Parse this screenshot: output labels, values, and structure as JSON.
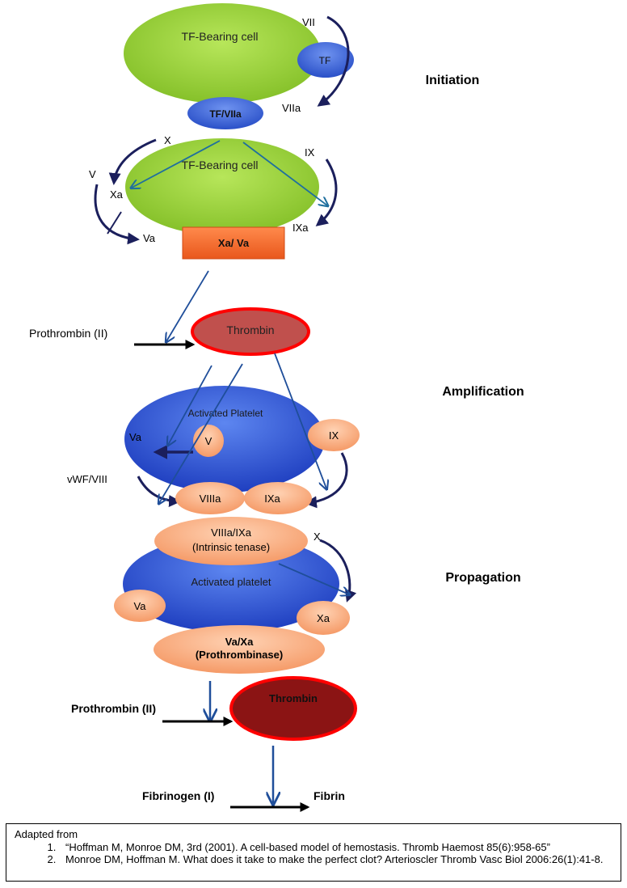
{
  "phases": {
    "initiation": "Initiation",
    "amplification": "Amplification",
    "propagation": "Propagation"
  },
  "initiation": {
    "cell_top": "TF-Bearing cell",
    "cell_bottom": "TF-Bearing cell",
    "tf": "TF",
    "tf_viia": "TF/VIIa",
    "vii": "VII",
    "viia": "VIIa",
    "x": "X",
    "xa": "Xa",
    "v": "V",
    "va": "Va",
    "ix": "IX",
    "ixa": "IXa",
    "complex": "Xa/ Va"
  },
  "thrombin_1": {
    "prothrombin": "Prothrombin (II)",
    "thrombin": "Thrombin"
  },
  "amplification": {
    "platelet": "Activated Platelet",
    "va": "Va",
    "v": "V",
    "ix": "IX",
    "vwf": "vWF/VIII",
    "viiia": "VIIIa",
    "ixa": "IXa"
  },
  "propagation": {
    "tenase_line1": "VIIIa/IXa",
    "tenase_line2": "(Intrinsic tenase)",
    "x": "X",
    "platelet": "Activated platelet",
    "va": "Va",
    "xa": "Xa",
    "prothrombinase_line1": "Va/Xa",
    "prothrombinase_line2": "(Prothrombinase)"
  },
  "thrombin_2": {
    "prothrombin": "Prothrombin (II)",
    "thrombin": "Thrombin",
    "fibrinogen": "Fibrinogen (I)",
    "fibrin": "Fibrin"
  },
  "references": {
    "heading": "Adapted from",
    "items": [
      "“Hoffman M, Monroe DM, 3rd (2001). A cell-based model of hemostasis. Thromb Haemost 85(6):958-65”",
      "Monroe DM, Hoffman M. What does it take to make the perfect clot? Arterioscler Thromb Vasc Biol 2006:26(1):41-8."
    ]
  },
  "colors": {
    "green_cell": "#9ACD32",
    "blue_factor": "#3366CC",
    "platelet_blue": "#2F55D4",
    "salmon_factor": "#F9B287",
    "orange_complex": "#F26B2A",
    "thrombin_light": "#C0504D",
    "thrombin_dark": "#8B1414",
    "red_outline": "#FF0000",
    "navy_arrow": "#1B1F5C",
    "teal_arrow": "#1F6F9E",
    "blue_arrow": "#1F4E9A"
  }
}
